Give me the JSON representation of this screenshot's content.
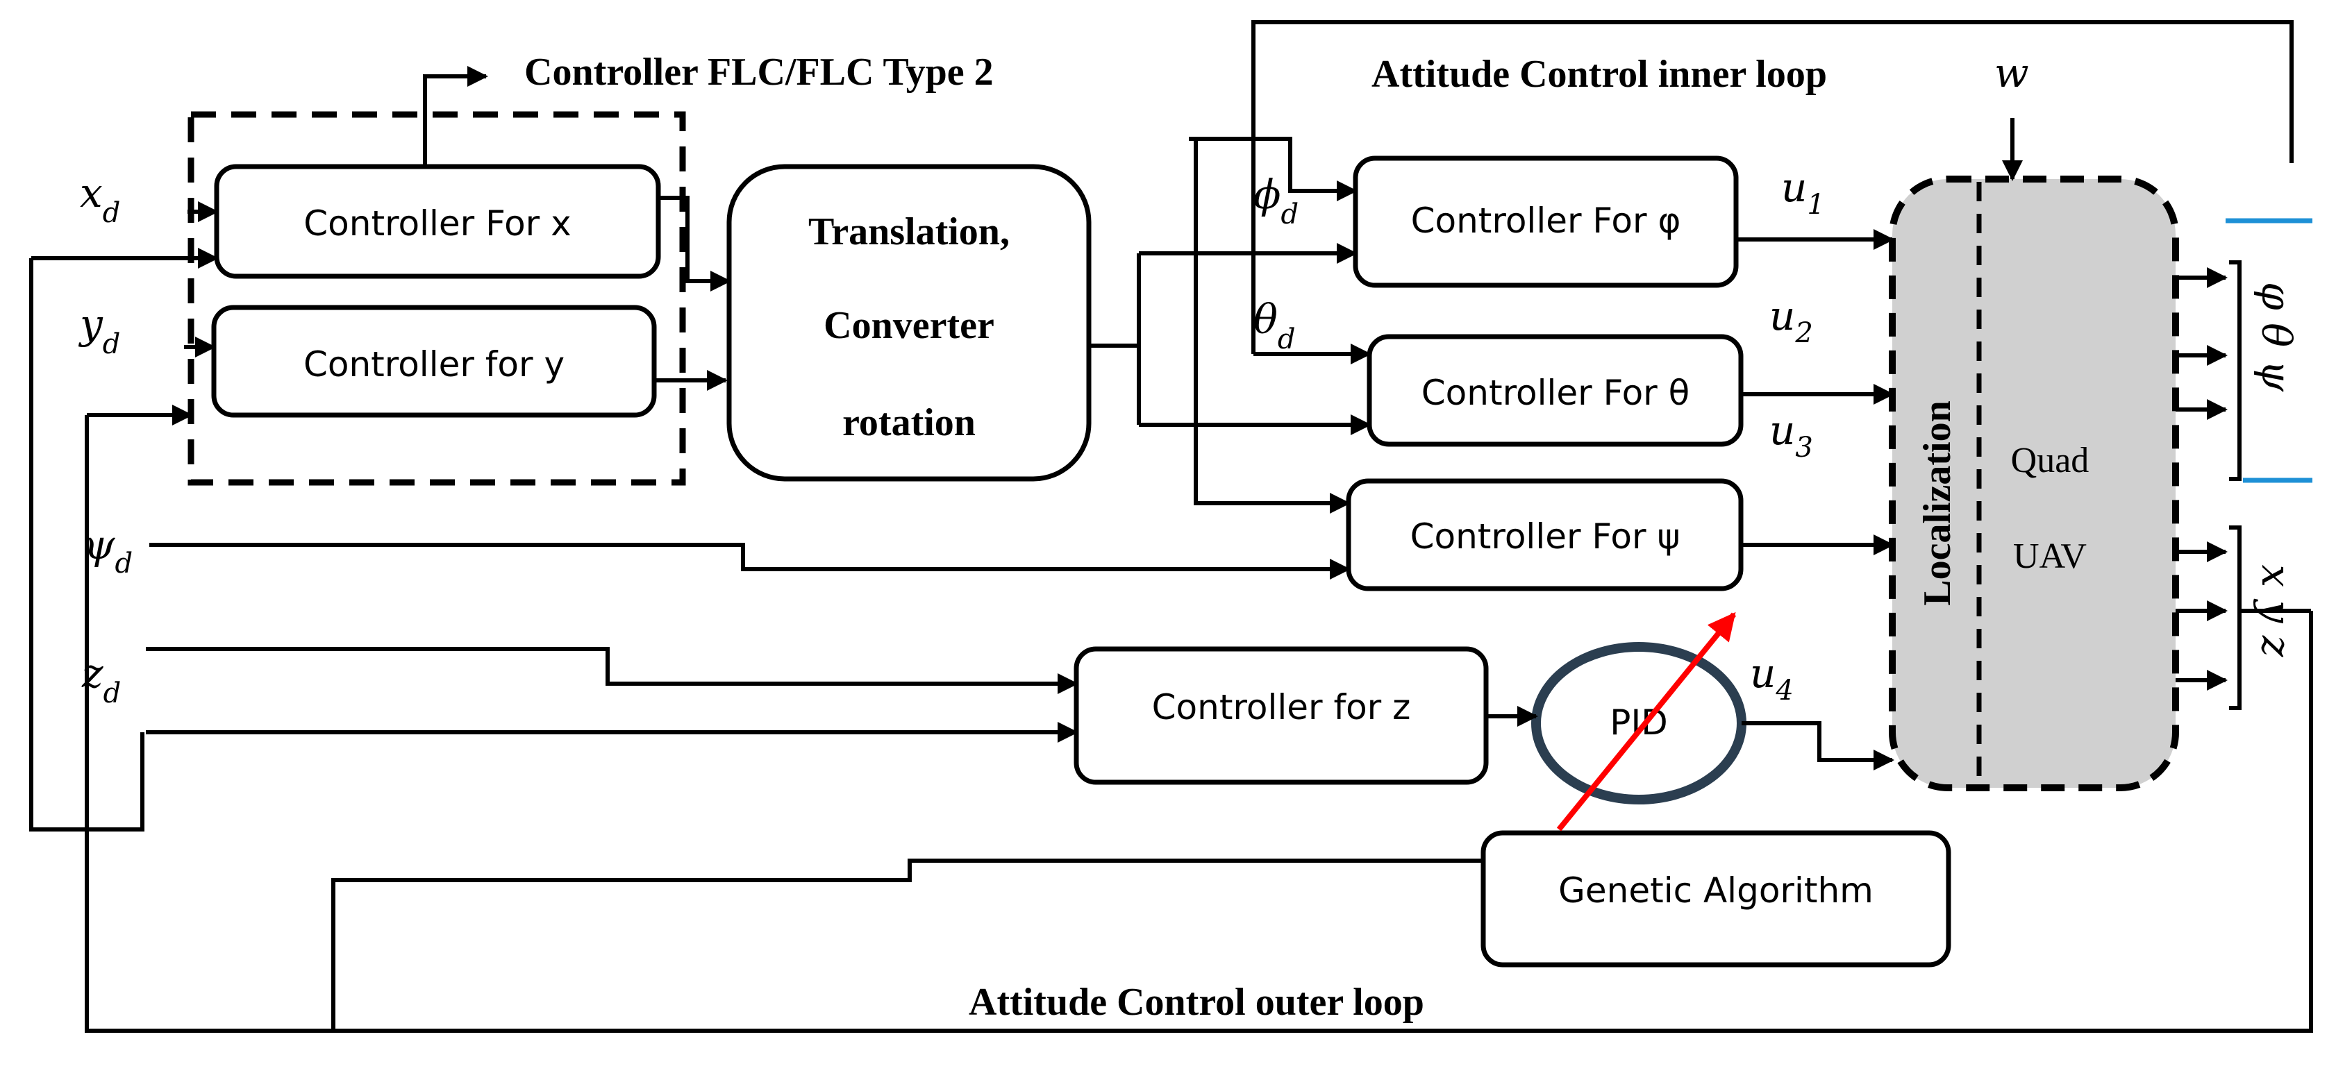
{
  "titles": {
    "controller_group": "Controller FLC/FLC Type 2",
    "inner_loop": "Attitude Control inner loop",
    "outer_loop": "Attitude Control outer loop",
    "disturbance": "w"
  },
  "blocks": {
    "controller_x": "Controller For x",
    "controller_y": "Controller for y",
    "translation_line1": "Translation,",
    "translation_line2": "Converter",
    "translation_line3": "rotation",
    "controller_phi": "Controller For φ",
    "controller_theta": "Controller For θ",
    "controller_psi": "Controller For ψ",
    "controller_z": "Controller for z",
    "pid": "PID",
    "genetic_algorithm": "Genetic Algorithm",
    "localization": "Localization",
    "quad_line1": "Quad",
    "quad_line2": "UAV"
  },
  "inputs": {
    "xd": {
      "base": "x",
      "sub": "d"
    },
    "yd": {
      "base": "y",
      "sub": "d"
    },
    "psid": {
      "base": "ψ",
      "sub": "d"
    },
    "zd": {
      "base": "z",
      "sub": "d"
    },
    "phid": {
      "base": "ϕ",
      "sub": "d"
    },
    "thetad": {
      "base": "θ",
      "sub": "d"
    }
  },
  "control_signals": {
    "u1": {
      "base": "u",
      "sub": "1"
    },
    "u2": {
      "base": "u",
      "sub": "2"
    },
    "u3": {
      "base": "u",
      "sub": "3"
    },
    "u4": {
      "base": "u",
      "sub": "4"
    }
  },
  "outputs": {
    "attitude": "φ θ ψ",
    "position": "x y z"
  },
  "colors": {
    "pid_ring": "#2b3e50",
    "tuning_arrow": "#ff0000",
    "quad_fill": "#d0d0d0",
    "output_marker": "#1e90d6"
  }
}
